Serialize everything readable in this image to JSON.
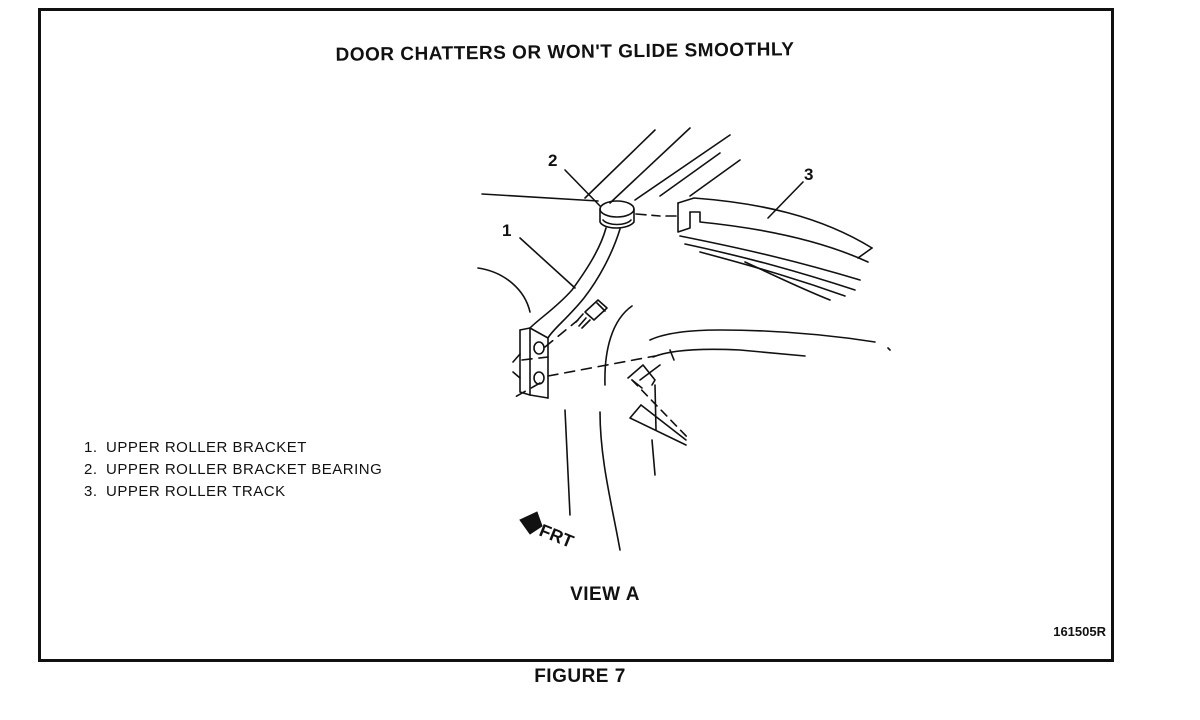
{
  "title": "DOOR CHATTERS OR WON'T GLIDE SMOOTHLY",
  "callouts": [
    "1",
    "2",
    "3"
  ],
  "direction_label": "FRT",
  "legend": [
    {
      "num": "1.",
      "label": "UPPER ROLLER BRACKET"
    },
    {
      "num": "2.",
      "label": "UPPER ROLLER BRACKET BEARING"
    },
    {
      "num": "3.",
      "label": "UPPER ROLLER TRACK"
    }
  ],
  "view_label": "VIEW A",
  "illustration_code": "161505R",
  "figure_caption": "FIGURE 7"
}
